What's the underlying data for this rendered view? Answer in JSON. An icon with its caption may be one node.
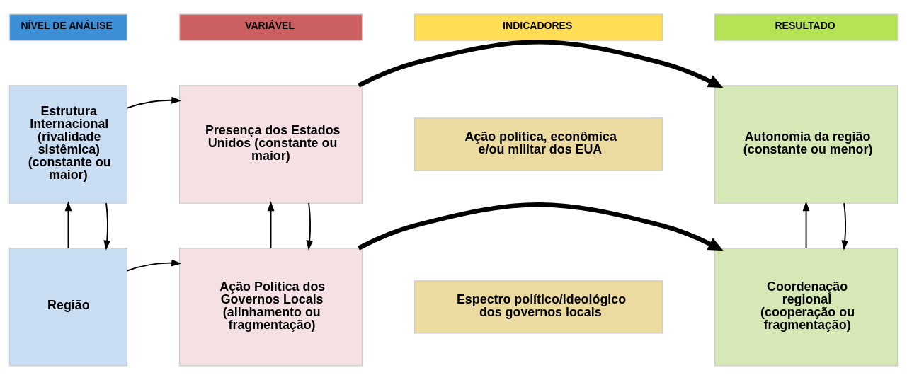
{
  "diagram": {
    "nodes": [
      {
        "text": [
          "NÍVEL DE ANÁLISE"
        ]
      },
      {
        "text": [
          "VARIÁVEL"
        ]
      },
      {
        "text": [
          "INDICADORES"
        ]
      },
      {
        "text": [
          "RESULTADO"
        ]
      },
      {
        "text": [
          "Estrutura Internacional (rivalidade sistêmica) (constante ou maior)"
        ]
      },
      {
        "text": [
          "Presença dos Estados Unidos (constante ou maior)"
        ]
      },
      {
        "text": [
          "Ação política, econômica e/ou militar dos EUA"
        ]
      },
      {
        "text": [
          "Autonomia da região (constante ou menor)"
        ]
      },
      {
        "text": [
          "Região"
        ]
      },
      {
        "text": [
          "Ação Política dos Governos Locais (alinhamento ou fragmentação)"
        ]
      },
      {
        "text": [
          "Espectro político/ideológico dos governos locais"
        ]
      },
      {
        "text": [
          "Coordenação regional (cooperação ou fragmentação)"
        ]
      }
    ],
    "edges": [
      {
        "from": 4,
        "to": 5,
        "arrow": "to"
      },
      {
        "from": 5,
        "to": 7,
        "arrow": "to",
        "style": "thick"
      },
      {
        "from": 8,
        "to": 4,
        "arrow": "to"
      },
      {
        "from": 4,
        "to": 8,
        "arrow": "to"
      },
      {
        "from": 9,
        "to": 5,
        "arrow": "to"
      },
      {
        "from": 5,
        "to": 9,
        "arrow": "to"
      },
      {
        "from": 11,
        "to": 7,
        "arrow": "to"
      },
      {
        "from": 7,
        "to": 11,
        "arrow": "to"
      },
      {
        "from": 8,
        "to": 9,
        "arrow": "to"
      },
      {
        "from": 9,
        "to": 11,
        "arrow": "to",
        "style": "thick"
      }
    ]
  }
}
